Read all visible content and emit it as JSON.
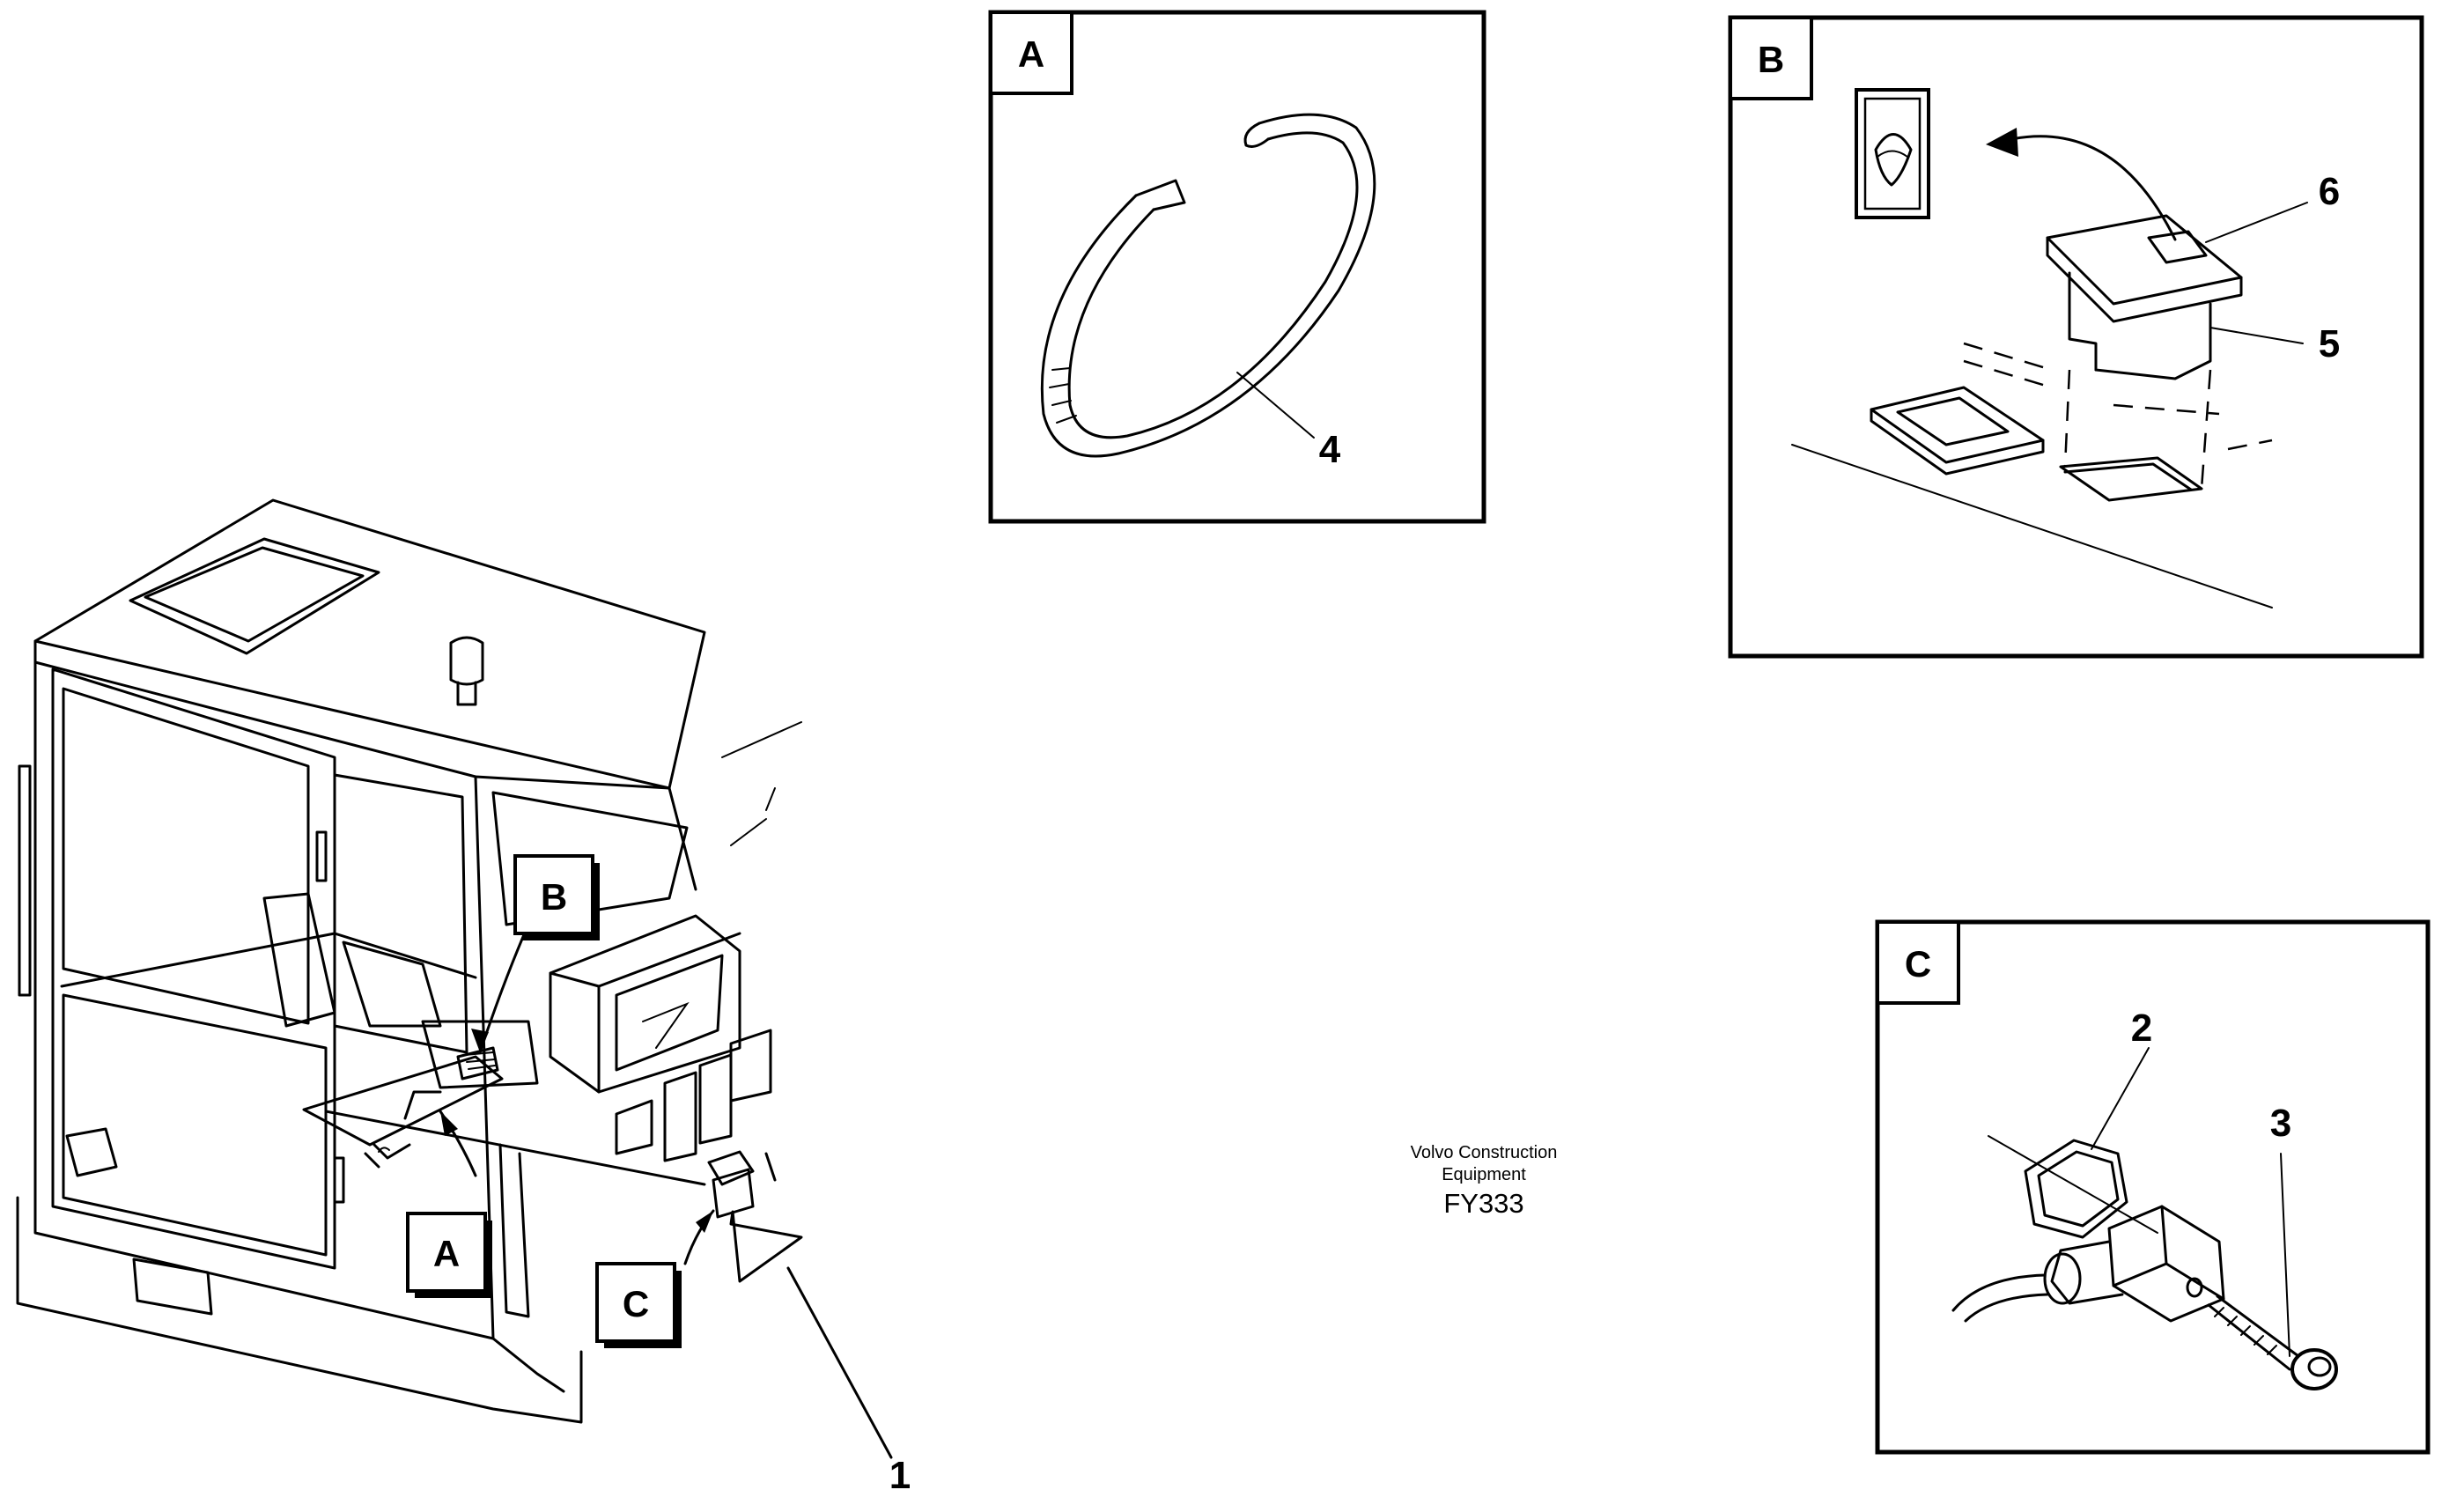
{
  "caption": {
    "line1": "Volvo Construction",
    "line2": "Equipment",
    "code": "FY333"
  },
  "detail_labels": {
    "a": "A",
    "b": "B",
    "c": "C"
  },
  "part_numbers": {
    "p1": "1",
    "p2": "2",
    "p3": "3",
    "p4": "4",
    "p5": "5",
    "p6": "6"
  }
}
